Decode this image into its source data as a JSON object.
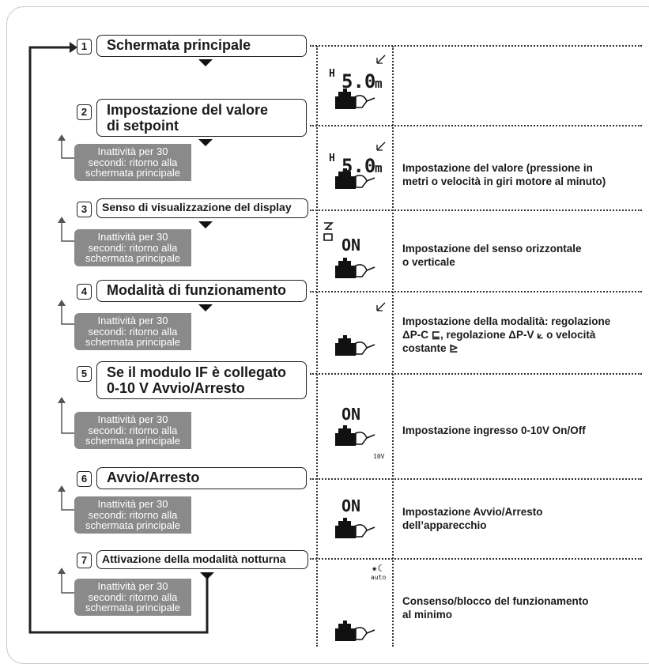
{
  "steps": [
    {
      "num": "1",
      "title": "Schermata principale"
    },
    {
      "num": "2",
      "title_line1": "Impostazione del valore",
      "title_line2": "di setpoint"
    },
    {
      "num": "3",
      "title": "Senso di visualizzazione del display"
    },
    {
      "num": "4",
      "title": "Modalità di funzionamento"
    },
    {
      "num": "5",
      "title_line1": "Se il modulo IF è collegato",
      "title_line2": "0-10 V Avvio/Arresto"
    },
    {
      "num": "6",
      "title": "Avvio/Arresto"
    },
    {
      "num": "7",
      "title": "Attivazione della modalità notturna"
    }
  ],
  "timeout": {
    "line1": "Inattività per 30",
    "line2": "secondi: ritorno alla",
    "line3": "schermata principale"
  },
  "displays": {
    "h_label": "H",
    "value": "5.0",
    "unit": "m",
    "on": "ON",
    "v10": "10V",
    "auto": "auto"
  },
  "descriptions": {
    "d2": {
      "line1": "Impostazione del valore (pressione in",
      "line2": "metri o velocità in giri motore al minuto)"
    },
    "d3": {
      "line1": "Impostazione del senso orizzontale",
      "line2": "o verticale"
    },
    "d4": {
      "line1": "Impostazione della modalità: regolazione",
      "line2": "ΔP-C ⊑, regolazione ΔP-V ⟀ o velocità",
      "line3": "costante ⊵"
    },
    "d5": {
      "line1": "Impostazione ingresso 0-10V On/Off"
    },
    "d6": {
      "line1": "Impostazione Avvio/Arresto",
      "line2": "dell’apparecchio"
    },
    "d7": {
      "line1": "Consenso/blocco del funzionamento",
      "line2": "al minimo"
    }
  },
  "colors": {
    "gray_box": "#8a8a8a",
    "line": "#222222"
  }
}
